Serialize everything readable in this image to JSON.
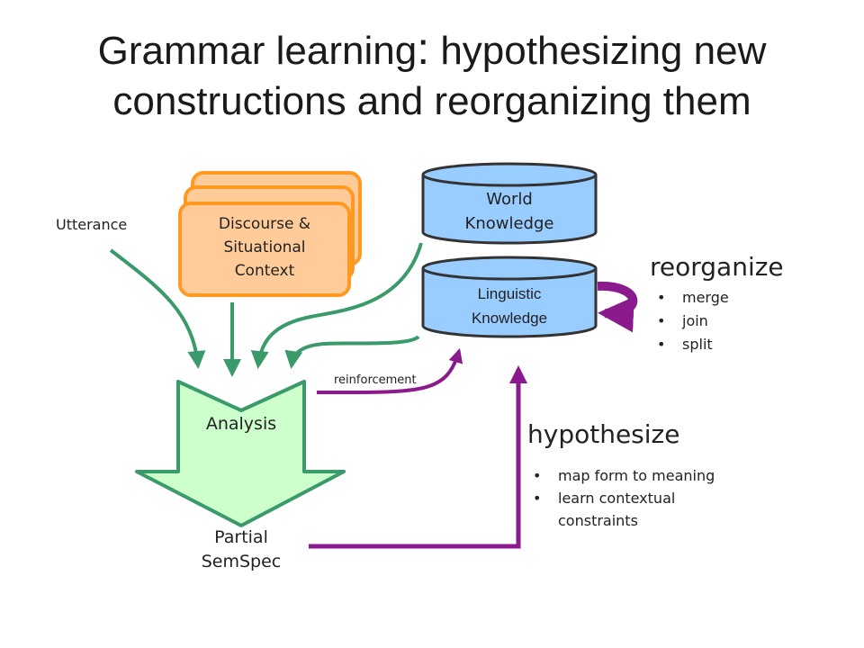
{
  "title": {
    "line1_main": "Grammar learning",
    "line1_colon": ":",
    "line1_rest": " hypothesizing new",
    "line2": "constructions and reorganizing them"
  },
  "labels": {
    "utterance": "Utterance",
    "discourse": [
      "Discourse &",
      "Situational",
      "Context"
    ],
    "world": [
      "World",
      "Knowledge"
    ],
    "linguistic": [
      "Linguistic",
      "Knowledge"
    ],
    "analysis": "Analysis",
    "partial": [
      "Partial",
      "SemSpec"
    ],
    "reinforcement": "reinforcement"
  },
  "reorganize": {
    "heading": "reorganize",
    "items": [
      "merge",
      "join",
      "split"
    ]
  },
  "hypothesize": {
    "heading": "hypothesize",
    "items": [
      "map form to meaning",
      "learn contextual constraints"
    ]
  },
  "colors": {
    "green_arrow": "#3a9a6a",
    "purple_arrow": "#8a1a8e",
    "cylinder_fill": "#99ccff",
    "orange_fill": "#ffcc99",
    "orange_border": "#ff9922",
    "analysis_fill": "#ccffcc",
    "analysis_border": "#3a9a6a"
  }
}
